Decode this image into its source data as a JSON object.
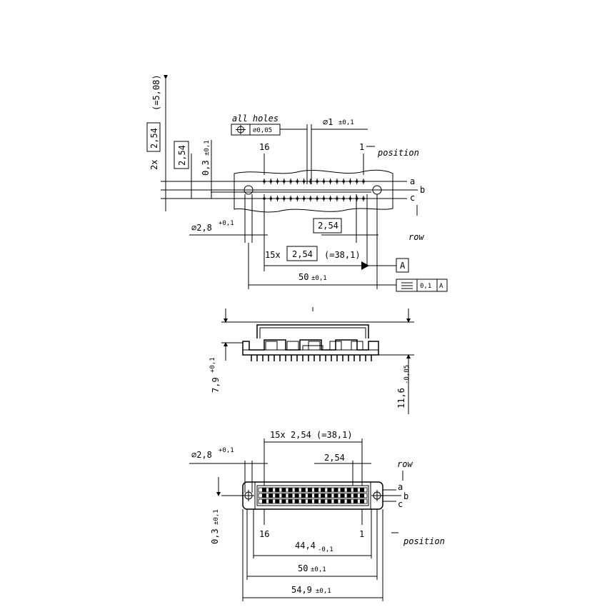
{
  "top_view": {
    "all_holes": "all holes",
    "tol_position": "⌀0,05",
    "hole_dia": "⌀1",
    "hole_dia_tol": "±0,1",
    "pos16": "16",
    "pos1": "1",
    "position": "position",
    "row_a": "a",
    "row_b": "b",
    "row_c": "c",
    "row": "row",
    "v_count": "2x",
    "v_pitch": "2,54",
    "v_total": "(=5,08)",
    "v_pitch2": "2,54",
    "v_offset": "0,3",
    "v_offset_tol": "±0,1",
    "mount_dia": "⌀2,8",
    "mount_dia_tol": "+0,1",
    "pitch": "2,54",
    "count": "15x",
    "pitch2": "2,54",
    "total": "(=38,1)",
    "datum": "A",
    "overall": "50",
    "overall_tol": "±0,1",
    "flat_tol": "0,1",
    "flat_datum": "A"
  },
  "side_view": {
    "h1": "7,9",
    "h1_tol": "+0,1",
    "h2": "11,6",
    "h2_tol": "-0,05"
  },
  "bottom_view": {
    "count_pitch": "15x 2,54 (=38,1)",
    "mount_dia": "⌀2,8",
    "mount_dia_tol": "+0,1",
    "pitch": "2,54",
    "row": "row",
    "row_a": "a",
    "row_b": "b",
    "row_c": "c",
    "offset": "0,3",
    "offset_tol": "±0,1",
    "pos16": "16",
    "pos1": "1",
    "position": "position",
    "w1": "44,4",
    "w1_tol": "-0,1",
    "w2": "50",
    "w2_tol": "±0,1",
    "w3": "54,9",
    "w3_tol": "±0,1"
  }
}
